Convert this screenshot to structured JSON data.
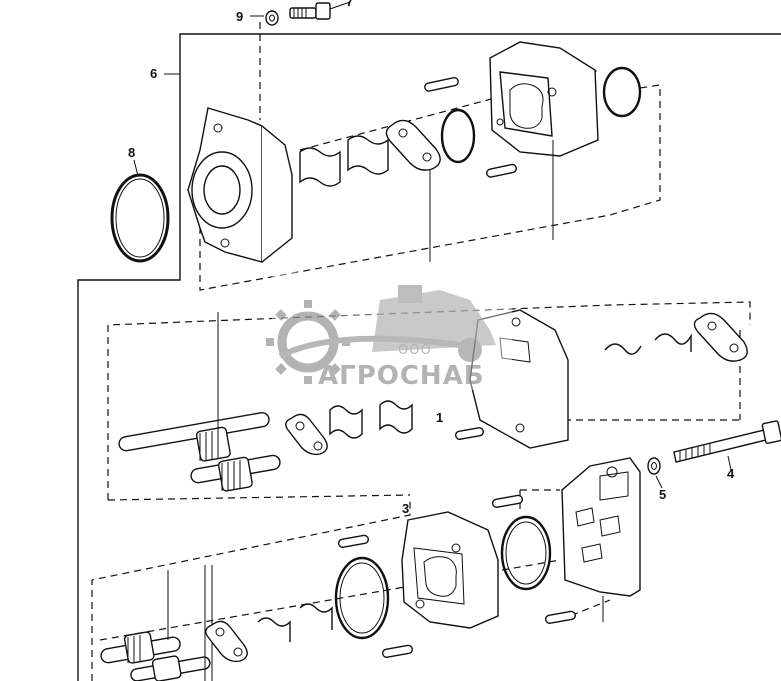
{
  "callouts": [
    "9",
    "7",
    "6",
    "8",
    "1",
    "4",
    "5",
    "3"
  ],
  "watermark": {
    "top": "ООО",
    "brand": "АГРОСНАБ"
  },
  "colors": {
    "line": "#111111",
    "watermark": "#9a9a9a",
    "background": "#ffffff"
  }
}
